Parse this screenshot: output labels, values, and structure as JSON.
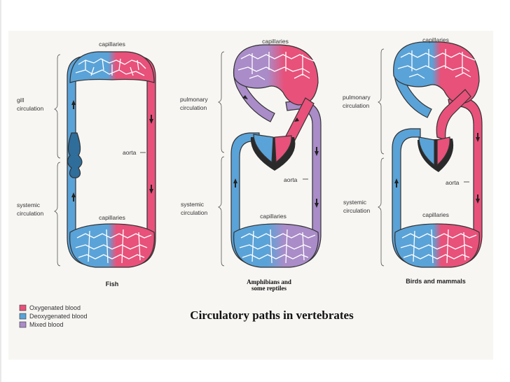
{
  "colors": {
    "oxygenated": "#e8517a",
    "deoxygenated": "#5aa3d8",
    "mixed": "#a98cc8",
    "heart_dark": "#2a2a2a",
    "plate": "#f7f6f3"
  },
  "title": "Circulatory paths in vertebrates",
  "legend": [
    {
      "label": "Oxygenated blood",
      "color": "#e8517a"
    },
    {
      "label": "Deoxygenated blood",
      "color": "#5aa3d8"
    },
    {
      "label": "Mixed blood",
      "color": "#a98cc8"
    }
  ],
  "panels": {
    "fish": {
      "caption": "Fish",
      "top_capillaries": "capillaries",
      "bottom_capillaries": "capillaries",
      "upper_circuit": [
        "gill",
        "circulation"
      ],
      "lower_circuit": [
        "systemic",
        "circulation"
      ],
      "aorta": "aorta"
    },
    "amphibians": {
      "caption_line1": "Amphibians and",
      "caption_line2": "some reptiles",
      "top_capillaries": "capillaries",
      "bottom_capillaries": "capillaries",
      "upper_circuit": [
        "pulmonary",
        "circulation"
      ],
      "lower_circuit": [
        "systemic",
        "circulation"
      ],
      "aorta": "aorta"
    },
    "birds": {
      "caption": "Birds and mammals",
      "top_capillaries": "capillaries",
      "bottom_capillaries": "capillaries",
      "upper_circuit": [
        "pulmonary",
        "circulation"
      ],
      "lower_circuit": [
        "systemic",
        "circulation"
      ],
      "aorta": "aorta"
    }
  }
}
